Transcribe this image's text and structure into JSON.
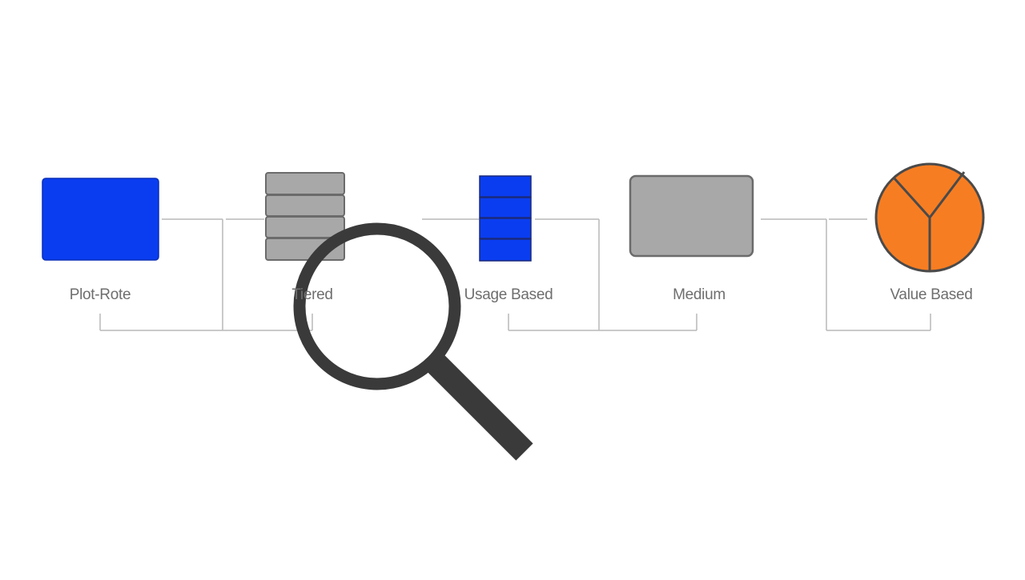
{
  "colors": {
    "blue": "#0a3df0",
    "gray_fill": "#a8a8a8",
    "gray_stroke": "#6b6b6b",
    "orange": "#f77d22",
    "connector": "#b9b9b9",
    "magnifier": "#3a3a3a"
  },
  "nodes": [
    {
      "label": "Plot-Rote",
      "icon": "blue-rectangle-icon"
    },
    {
      "label": "Tiered",
      "icon": "stacked-layers-icon"
    },
    {
      "label": "Usage Based",
      "icon": "blue-segmented-bar-icon"
    },
    {
      "label": "Medium",
      "icon": "gray-rectangle-icon"
    },
    {
      "label": "Value Based",
      "icon": "orange-pie-icon"
    }
  ],
  "overlay": {
    "icon": "magnifying-glass-icon"
  }
}
